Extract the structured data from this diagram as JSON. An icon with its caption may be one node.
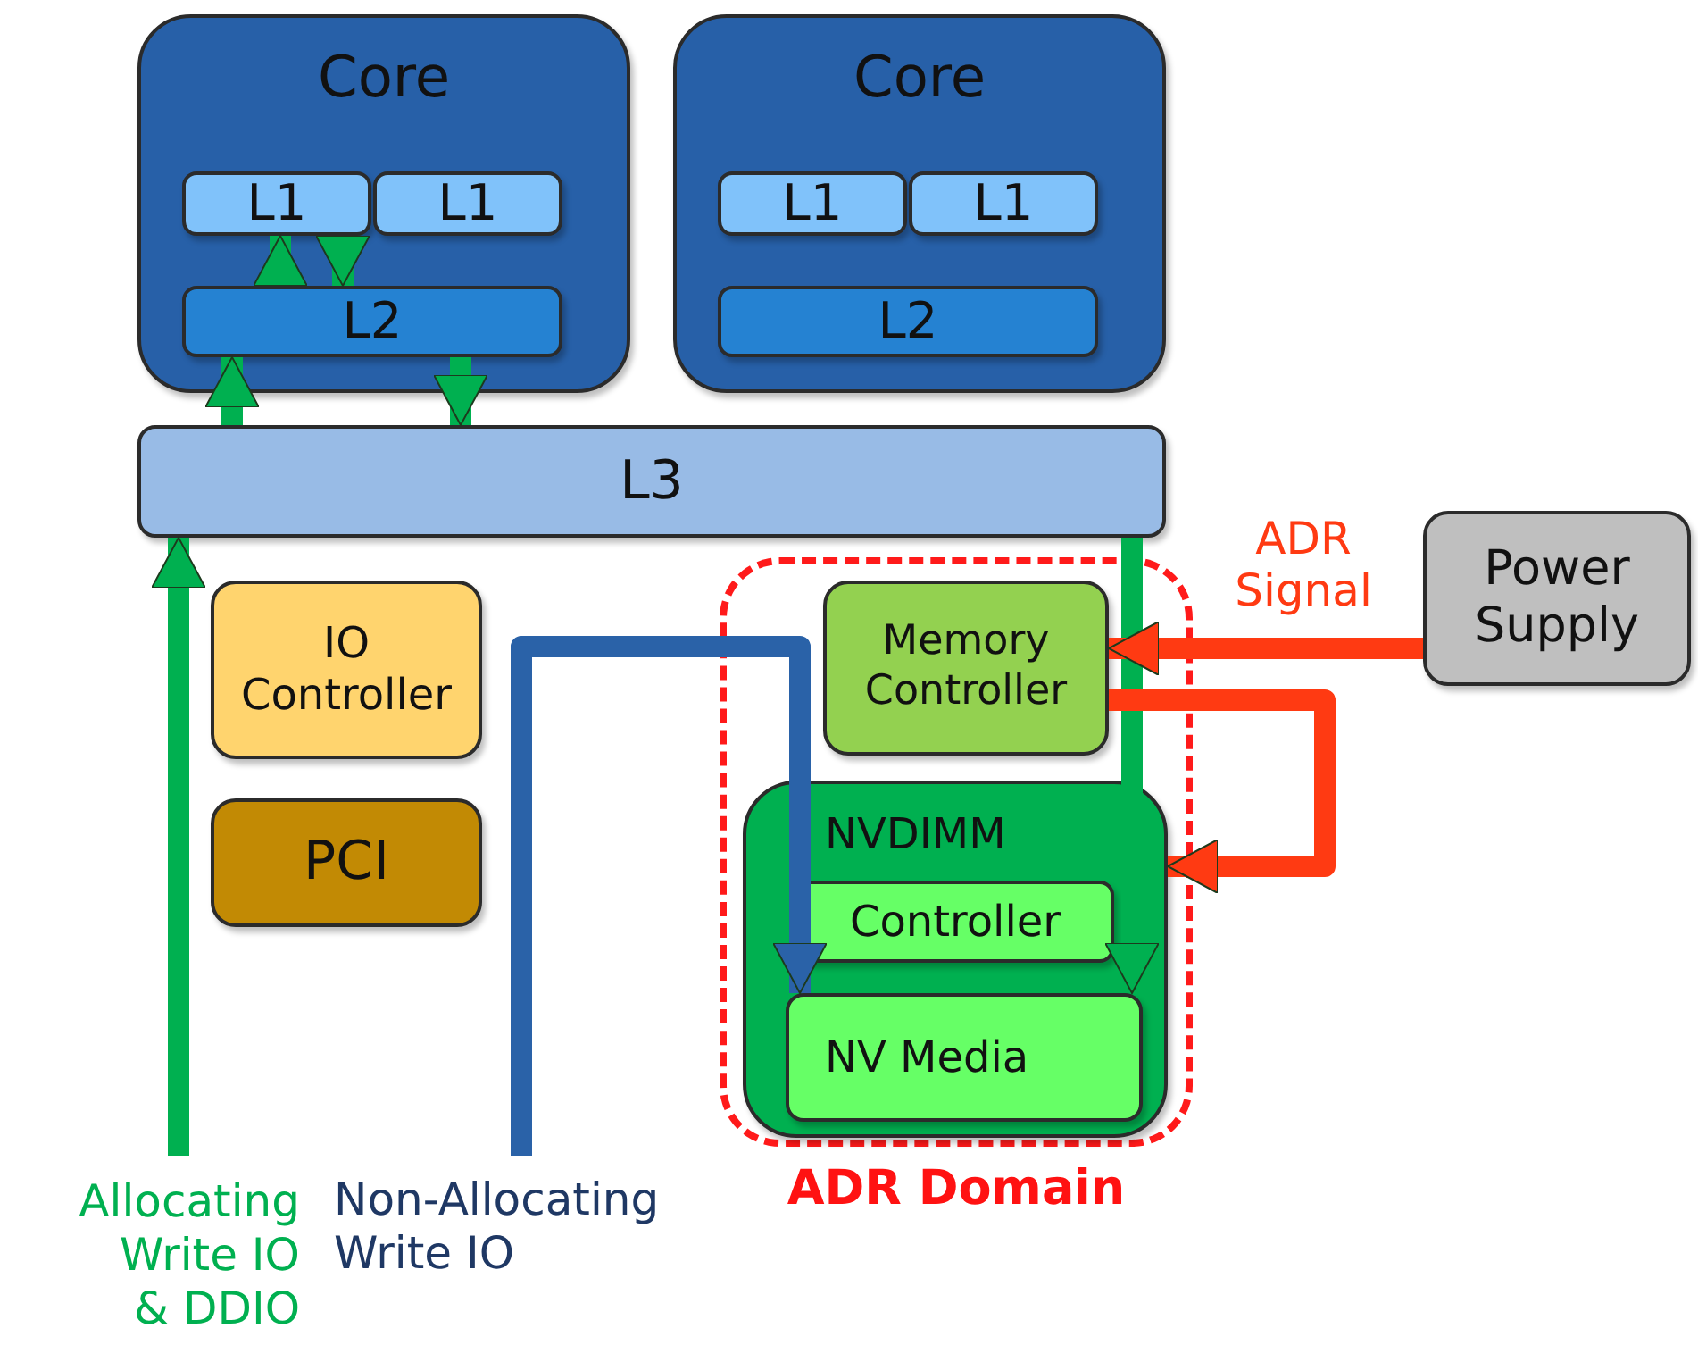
{
  "diagram": {
    "nodes": [
      {
        "text": [
          "Core"
        ]
      },
      {
        "text": [
          "L1"
        ],
        "in": 0
      },
      {
        "text": [
          "L1"
        ],
        "in": 0
      },
      {
        "text": [
          "L2"
        ],
        "in": 0
      },
      {
        "text": [
          "Core"
        ]
      },
      {
        "text": [
          "L1"
        ],
        "in": 4
      },
      {
        "text": [
          "L1"
        ],
        "in": 4
      },
      {
        "text": [
          "L2"
        ],
        "in": 4
      },
      {
        "text": [
          "L3"
        ]
      },
      {
        "text": [
          "IO Controller"
        ]
      },
      {
        "text": [
          "PCI"
        ]
      },
      {
        "text": [
          "ADR Domain"
        ]
      },
      {
        "text": [
          "Memory Controller"
        ],
        "in": 11
      },
      {
        "text": [
          "NVDIMM"
        ],
        "in": 11
      },
      {
        "text": [
          "Controller"
        ],
        "in": 13
      },
      {
        "text": [
          "NV Media"
        ],
        "in": 13
      },
      {
        "text": [
          "Power Supply"
        ]
      },
      {
        "text": [
          "Allocating Write IO & DDIO"
        ]
      },
      {
        "text": [
          "Non-Allocating Write IO"
        ]
      }
    ],
    "edges": [
      {
        "from": 17,
        "to": 8,
        "arrow": "to"
      },
      {
        "from": 8,
        "to": 3,
        "arrow": "to"
      },
      {
        "from": 3,
        "to": 1,
        "arrow": "to"
      },
      {
        "from": 1,
        "to": 3,
        "arrow": "to"
      },
      {
        "from": 3,
        "to": 8,
        "arrow": "to"
      },
      {
        "from": 8,
        "to": 15,
        "arrow": "to"
      },
      {
        "from": 18,
        "to": 15,
        "arrow": "to",
        "color": "#2a62a8"
      },
      {
        "from": 16,
        "to": 12,
        "arrow": "to",
        "label": "ADR Signal",
        "color": "#ff3a12"
      },
      {
        "from": 12,
        "to": 13,
        "arrow": "to",
        "color": "#ff3a12"
      }
    ]
  }
}
